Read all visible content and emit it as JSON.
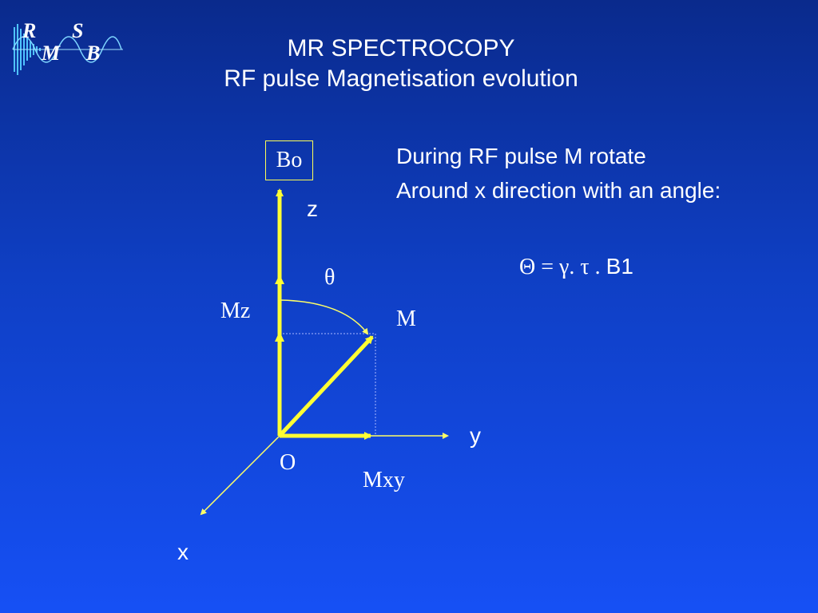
{
  "logo": {
    "r": "R",
    "s": "S",
    "m": "M",
    "b": "B"
  },
  "title": {
    "line1": "MR SPECTROCOPY",
    "line2": "RF pulse Magnetisation evolution"
  },
  "diagram": {
    "bo_label": "Bo",
    "z_label": "z",
    "theta_label": "θ",
    "mz_label": "Mz",
    "m_label": "M",
    "y_label": "y",
    "o_label": "O",
    "mxy_label": "Mxy",
    "x_label": "x"
  },
  "description": {
    "line1": "During RF pulse M rotate",
    "line2": "Around x direction with an angle:"
  },
  "formula": {
    "prefix": "Θ = γ. τ .",
    "suffix": "B1"
  },
  "colors": {
    "vector": "#ffff33",
    "axis": "#ffff66",
    "text": "#ffffff"
  }
}
